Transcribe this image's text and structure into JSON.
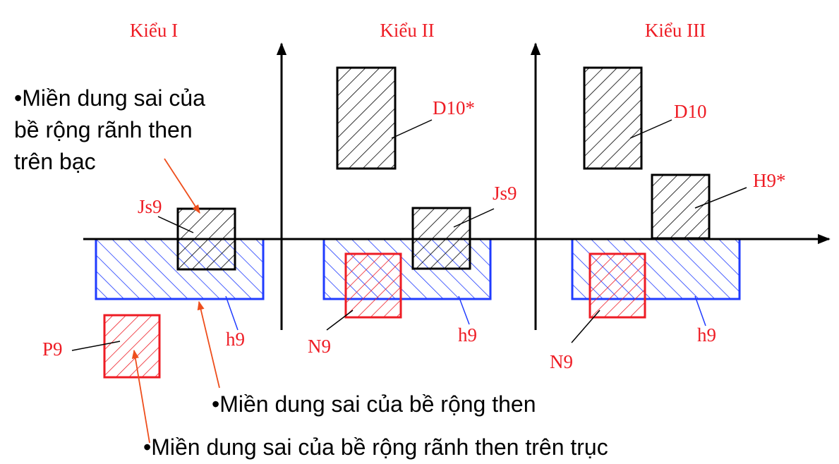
{
  "diagram": {
    "types": [
      "Kiểu I",
      "Kiểu II",
      "Kiểu III"
    ],
    "labels": {
      "js9_a": "Js9",
      "js9_b": "Js9",
      "d10_star": "D10*",
      "d10": "D10",
      "h9_star": "H9*",
      "p9": "P9",
      "n9_a": "N9",
      "n9_b": "N9",
      "h9_a": "h9",
      "h9_b": "h9",
      "h9_c": "h9"
    },
    "notes": {
      "hub_keyway_line1": "•Miền dung sai của",
      "hub_keyway_line2": "bề rộng rãnh then",
      "hub_keyway_line3": "trên bạc",
      "key_width": "•Miền dung sai của bề rộng then",
      "shaft_keyway": "•Miền dung sai của bề rộng rãnh then trên trục"
    },
    "colors": {
      "hub_box": "#000000",
      "key_box": "#1f3bff",
      "shaft_box": "#ee1c24",
      "text_red": "#ee1c24",
      "arrow": "#ee4e1c"
    }
  }
}
